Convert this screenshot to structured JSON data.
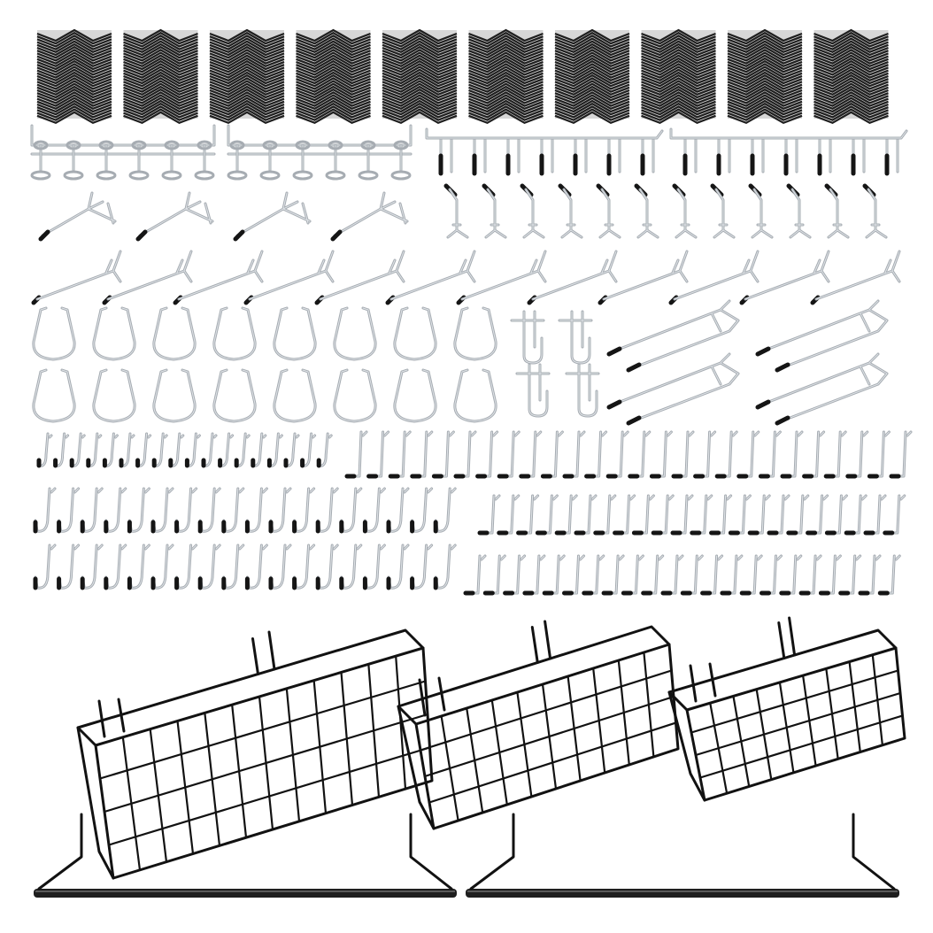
{
  "image": {
    "subject": "pegboard-accessory-kit",
    "background_color": "#ffffff",
    "colors": {
      "steel": "#a6acb2",
      "steel_highlight": "#dfe3e7",
      "black_wire": "#121212",
      "plastic_grip": "#151515"
    },
    "counts": {
      "peg_lock_bundles": 10,
      "double_ring_holders": 2,
      "spring_clip_rails": 2,
      "cross_hooks": 4,
      "single_prong_hooks": 12,
      "angled_long_hooks": 12,
      "loop_hooks": 16,
      "spring_clips": 4,
      "double_prong_hooks": 4,
      "small_j_hooks": 18,
      "medium_l_hooks": 26,
      "large_j_hooks_per_row": 18,
      "short_l_hooks": 22,
      "baskets": 3,
      "rails": 2
    }
  }
}
